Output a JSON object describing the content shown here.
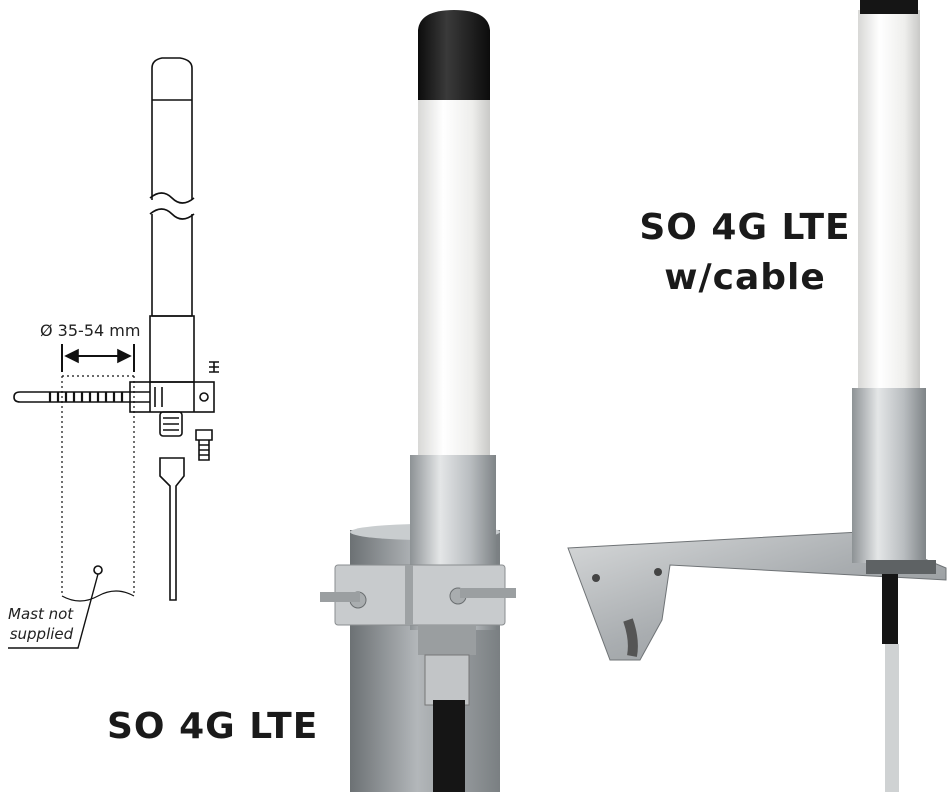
{
  "labels": {
    "cable_line1": "SO 4G LTE",
    "cable_line2": "w/cable",
    "main": "SO 4G LTE"
  },
  "diagram": {
    "dimension": "Ø 35-54 mm",
    "mast_line1": "Mast not",
    "mast_line2": "supplied"
  },
  "colors": {
    "antenna_white": "#f4f4f2",
    "antenna_cap": "#1c1c1c",
    "aluminium": "#bfc3c6",
    "mast_grey": "#8f9497",
    "cable_black": "#151515",
    "label_text": "#1a1a1a"
  }
}
